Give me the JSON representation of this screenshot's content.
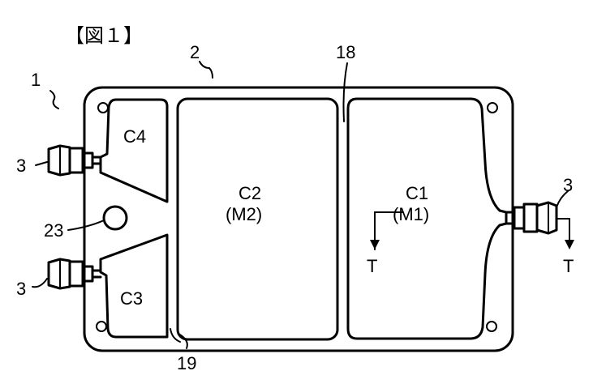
{
  "caption": "【図１】",
  "labels": {
    "device": "1",
    "bag": "2",
    "port_left_top": "3",
    "port_left_bottom": "3",
    "port_right": "3",
    "seal_18": "18",
    "seal_19": "19",
    "port_23": "23",
    "c4": "C4",
    "c3": "C3",
    "c2": "C2",
    "m2": "(M2)",
    "c1": "C1",
    "m1": "(M1)",
    "t_left": "T",
    "t_right": "T"
  }
}
